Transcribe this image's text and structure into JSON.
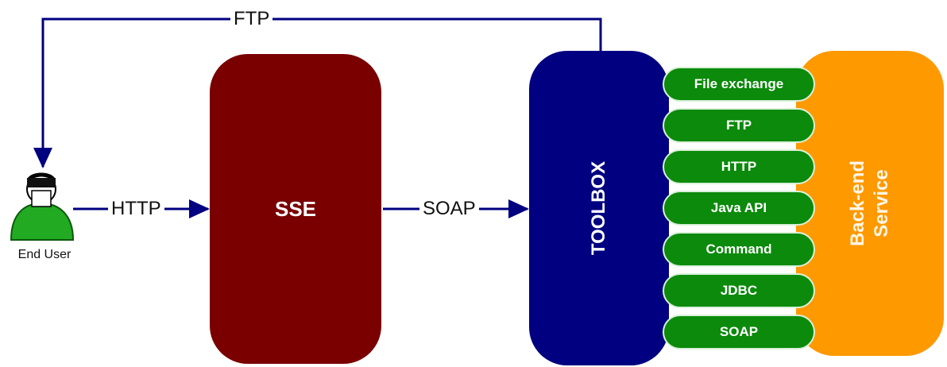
{
  "end_user": {
    "label": "End User"
  },
  "edges": {
    "ftp_top": "FTP",
    "http": "HTTP",
    "soap": "SOAP"
  },
  "nodes": {
    "sse": "SSE",
    "toolbox": "TOOLBOX",
    "backend_line1": "Back-end",
    "backend_line2": "Service"
  },
  "connectors": [
    {
      "label": "File exchange"
    },
    {
      "label": "FTP"
    },
    {
      "label": "HTTP"
    },
    {
      "label": "Java API"
    },
    {
      "label": "Command"
    },
    {
      "label": "JDBC"
    },
    {
      "label": "SOAP"
    }
  ],
  "colors": {
    "sse": "#7a0000",
    "toolbox": "#000080",
    "backend": "#ff9900",
    "connector": "#0b8a0b",
    "arrow": "#000080",
    "user_body": "#22aa22"
  }
}
